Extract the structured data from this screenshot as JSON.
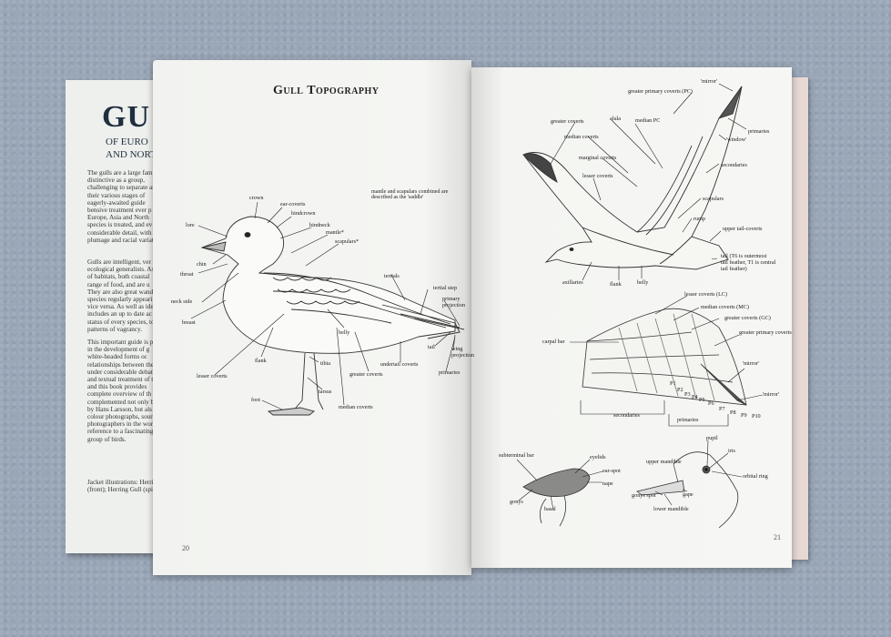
{
  "jacket": {
    "title_fragment": "GU",
    "sub1": "OF EURO",
    "sub2": "AND NORT",
    "para1": "The gulls are a large fami\ndistinctive as a group,\nchallenging to separate an\ntheir various stages of\neagerly-awaited guide\nbensive treatment ever p\nEurope, Asia and North\nspecies is treated, and ev\nconsiderable detail, with\nplumage and racial variat",
    "para2": "Gulls are intelligent, ver\necological generalists. As t\nof habitats, both coastal\nrange of food, and are u\nThey are also great wande\nspecies regularly appearin\nvice versa. As well as ident\nincludes an up to date ac\nstatus of every species, to\npatterns of vagrancy.",
    "para3": "This important guide is p\nin the development of g\nwhite-headed forms oc\nrelationships between the\nunder considerable debat\nand textual treatment of t\nand this book provides\ncomplete overview of th\ncomplemented not only b\nby Hans Larsson, but als\ncolour photographs, sourc\nphotographers in the worl\nreference to a fascinating\ngroup of birds.",
    "credits": "Jacket illustrations: Herring\n(front); Herring Gull (spin"
  },
  "left_page": {
    "title": "Gull Topography",
    "page_number": "20",
    "note": "mantle and scapulars combined are\ndescribed as the 'saddle'",
    "labels": {
      "crown": "crown",
      "ear_coverts": "ear-coverts",
      "hindcrown": "hindcrown",
      "lore": "lore",
      "hindneck": "hindneck",
      "mantle": "mantle*",
      "scapulars": "scapulars*",
      "chin": "chin",
      "throat": "throat",
      "neck_side": "neck side",
      "breast": "breast",
      "tertials": "tertials",
      "tertial_step": "tertial step",
      "primary_projection": "primary\nprojection",
      "tail": "tail",
      "wing_projection": "wing\nprojection",
      "primaries": "primaries",
      "flank": "flank",
      "lesser_coverts": "lesser coverts",
      "tibia": "tibia",
      "belly": "belly",
      "greater_coverts": "greater coverts",
      "undertail_coverts": "undertail coverts",
      "tarsus": "tarsus",
      "foot": "foot",
      "median_coverts": "median coverts"
    }
  },
  "right_page": {
    "page_number": "21",
    "labels": {
      "mirror": "'mirror'",
      "greater_primary_coverts": "greater primary coverts (PC)",
      "alula": "alula",
      "median_pc": "median PC",
      "greater_coverts": "greater coverts",
      "median_coverts": "median coverts",
      "marginal_coverts": "marginal coverts",
      "lesser_coverts": "lesser coverts",
      "primaries": "primaries",
      "window": "'window'",
      "secondaries": "secondaries",
      "scapulars": "scapulars",
      "rump": "rump",
      "upper_tail_coverts": "upper tail-coverts",
      "tail_note": "tail (T6 is outermost\ntail feather, T1 is central\ntail feather)",
      "axillaries": "axillaries",
      "flank": "flank",
      "belly": "belly",
      "lesser_coverts_lc": "lesser coverts (LC)",
      "median_coverts_mc": "median coverts (MC)",
      "greater_coverts_gc": "greater coverts (GC)",
      "greater_primary_coverts_2": "greater primary coverts",
      "carpal_bar": "carpal bar",
      "mirror2": "'mirror'",
      "secondaries2": "secondaries",
      "primaries2": "primaries",
      "p_labels": [
        "P1",
        "P2",
        "P3",
        "P4",
        "P5",
        "P6",
        "P7",
        "P8",
        "P9",
        "P10"
      ],
      "mirror3": "'mirror'",
      "pupil": "pupil",
      "iris": "iris",
      "subterminal_bar": "subterminal bar",
      "eyelids": "eyelids",
      "ear_spot": "ear-spot",
      "nape": "nape",
      "upper_mandible": "upper mandible",
      "orbital_ring": "orbital ring",
      "gonys": "gonys",
      "basal": "basal",
      "gonys_spot": "gonys spot",
      "gape": "gape",
      "lower_mandible": "lower mandible"
    }
  }
}
